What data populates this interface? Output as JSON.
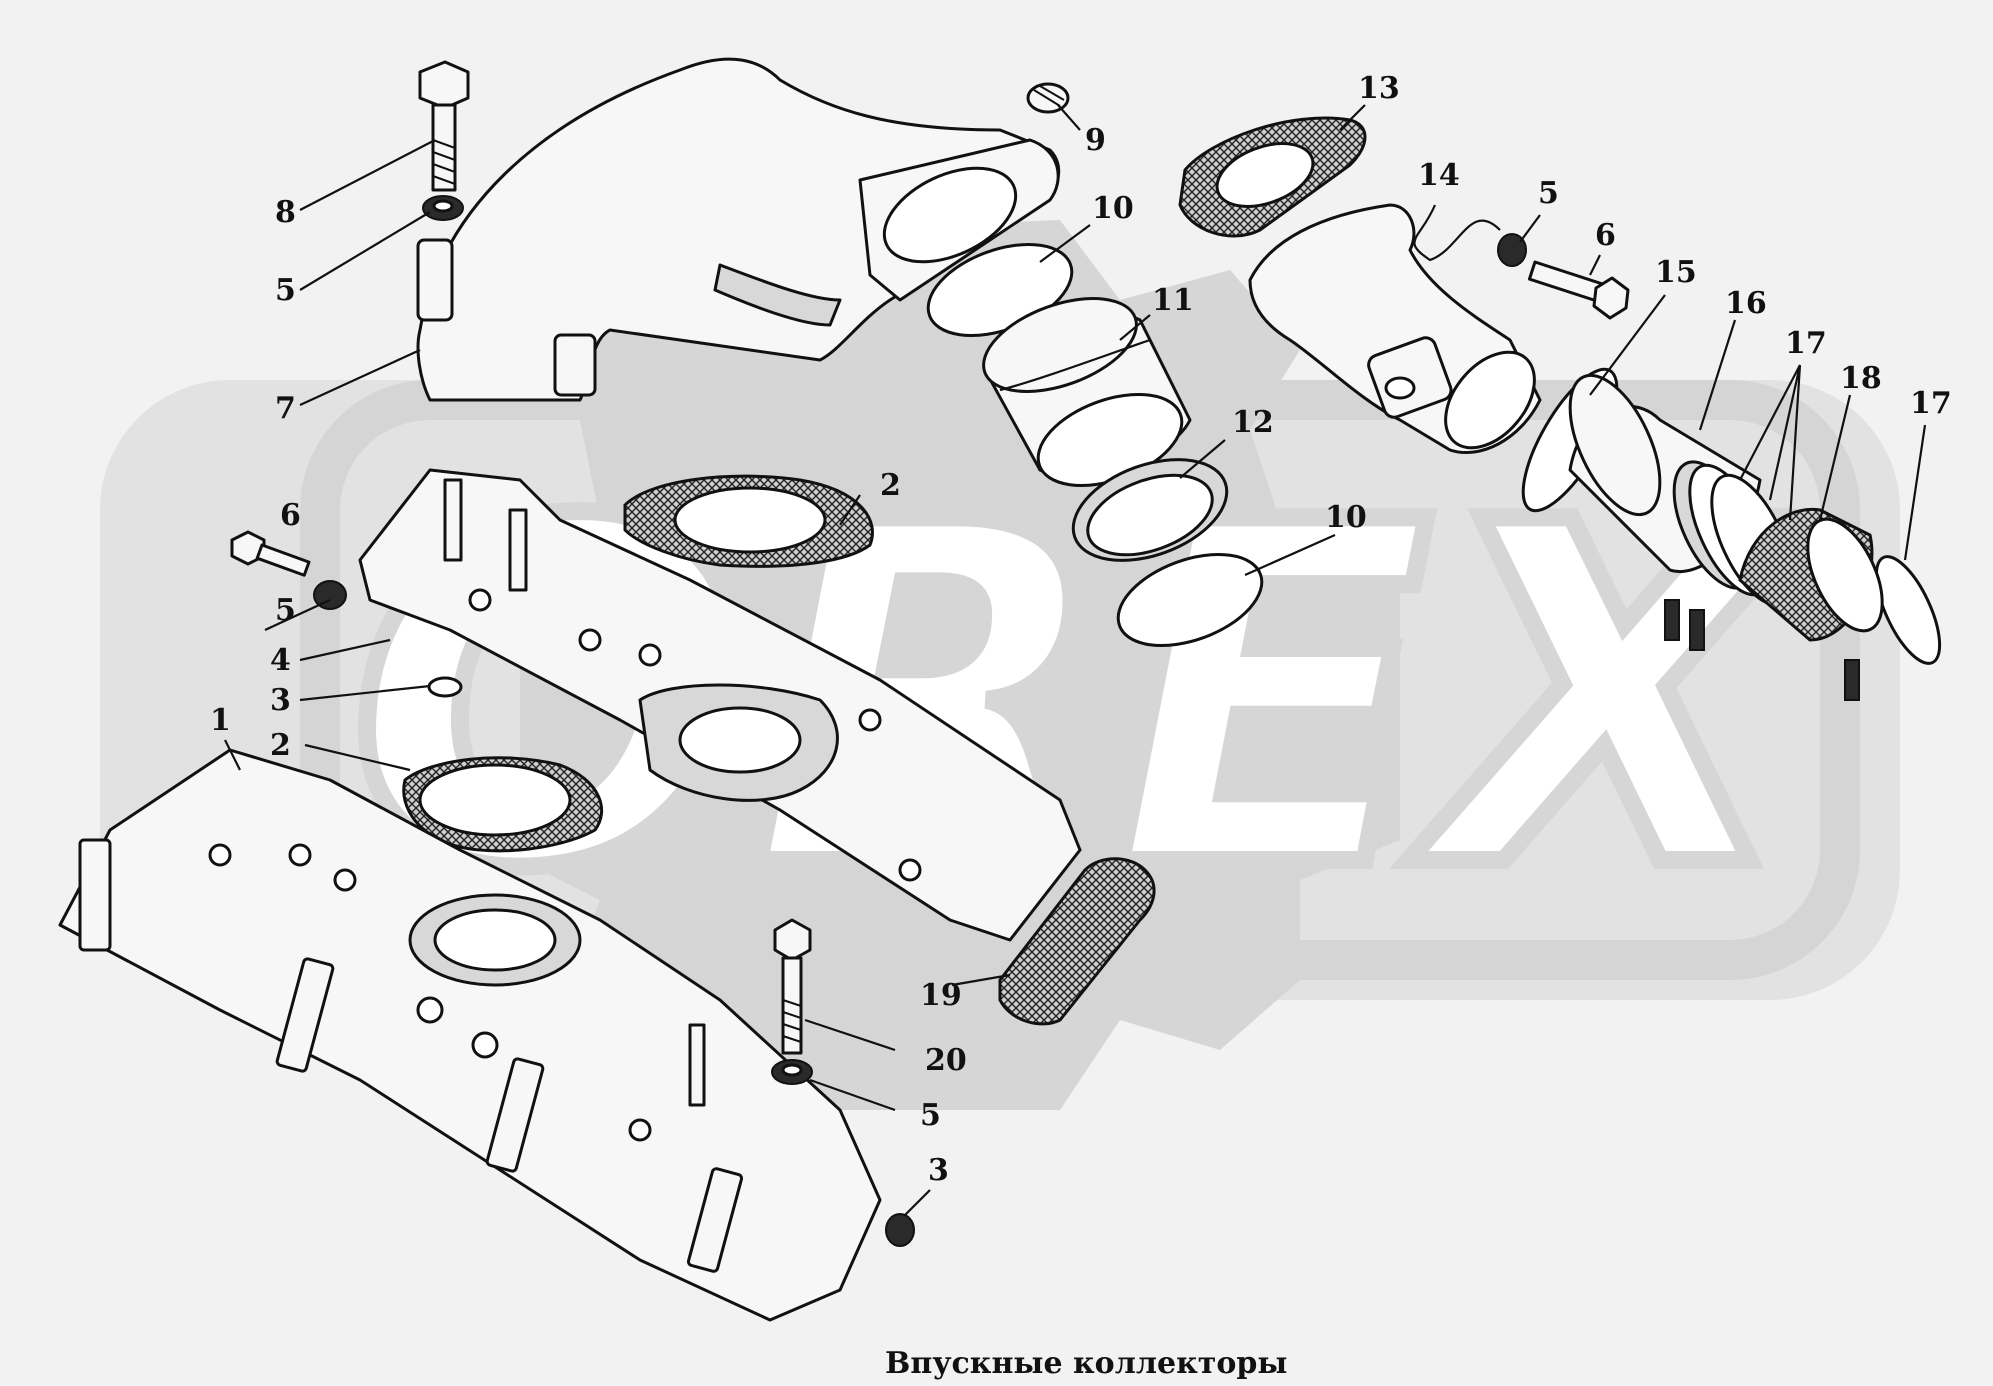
{
  "caption": "Впускные коллекторы",
  "watermark": "OREX",
  "callouts": [
    {
      "label": "1"
    },
    {
      "label": "2"
    },
    {
      "label": "2"
    },
    {
      "label": "3"
    },
    {
      "label": "3"
    },
    {
      "label": "4"
    },
    {
      "label": "5"
    },
    {
      "label": "5"
    },
    {
      "label": "5"
    },
    {
      "label": "5"
    },
    {
      "label": "6"
    },
    {
      "label": "6"
    },
    {
      "label": "7"
    },
    {
      "label": "8"
    },
    {
      "label": "9"
    },
    {
      "label": "10"
    },
    {
      "label": "10"
    },
    {
      "label": "11"
    },
    {
      "label": "12"
    },
    {
      "label": "13"
    },
    {
      "label": "14"
    },
    {
      "label": "15"
    },
    {
      "label": "16"
    },
    {
      "label": "17"
    },
    {
      "label": "17"
    },
    {
      "label": "18"
    },
    {
      "label": "19"
    },
    {
      "label": "20"
    }
  ]
}
